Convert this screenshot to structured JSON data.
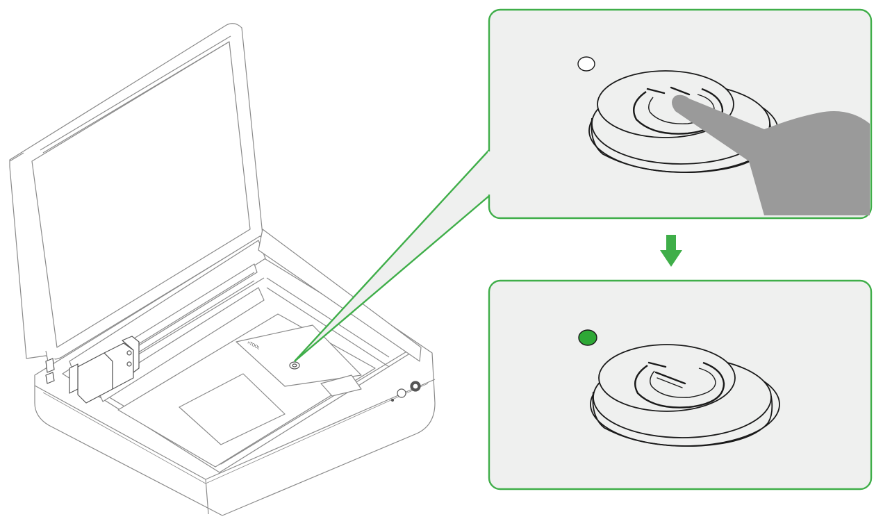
{
  "diagram": {
    "machine": {
      "brand_label": "xTOOL"
    },
    "panels": [
      {
        "state": "press",
        "indicator_color": "#ffffff",
        "shows_finger": true
      },
      {
        "state": "powered-on",
        "indicator_color": "#2ea836",
        "shows_finger": false
      }
    ],
    "colors": {
      "panel_border": "#3fae49",
      "panel_fill": "#eff0ef",
      "arrow": "#3fae49",
      "callout_fill": "#eff0ef",
      "finger": "#9a9a9a",
      "line": "#1a1a1a",
      "machine_line": "#8a8a8a"
    },
    "icons": [
      "power-button-icon",
      "finger-icon",
      "down-arrow-icon",
      "led-indicator-icon"
    ]
  }
}
